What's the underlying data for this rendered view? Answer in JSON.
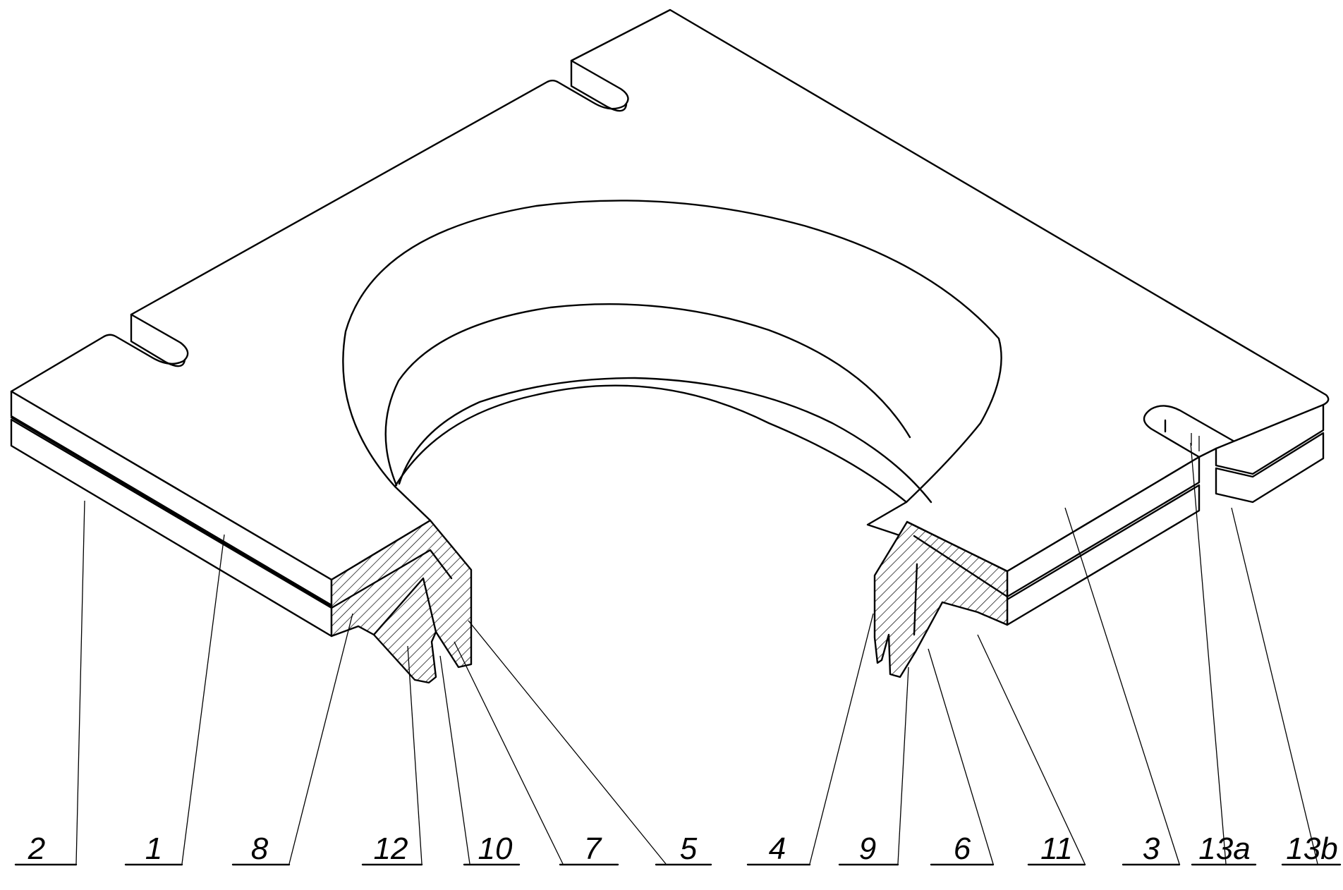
{
  "figure": {
    "labels": [
      {
        "id": "l2",
        "text": "2"
      },
      {
        "id": "l1",
        "text": "1"
      },
      {
        "id": "l8",
        "text": "8"
      },
      {
        "id": "l12",
        "text": "12"
      },
      {
        "id": "l10",
        "text": "10"
      },
      {
        "id": "l7",
        "text": "7"
      },
      {
        "id": "l5",
        "text": "5"
      },
      {
        "id": "l4",
        "text": "4"
      },
      {
        "id": "l9",
        "text": "9"
      },
      {
        "id": "l6",
        "text": "6"
      },
      {
        "id": "l11",
        "text": "11"
      },
      {
        "id": "l3",
        "text": "3"
      },
      {
        "id": "l13a",
        "text": "13a"
      },
      {
        "id": "l13b",
        "text": "13b"
      }
    ]
  }
}
